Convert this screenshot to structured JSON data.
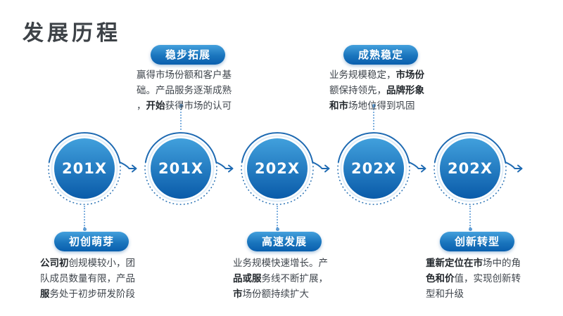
{
  "title": "发展历程",
  "colors": {
    "pill_gradient_top": "#44a0dc",
    "pill_gradient_bottom": "#0a5fae",
    "circle_gradient_top": "#41a0dc",
    "circle_gradient_bottom": "#0a5ba9",
    "ring_stroke": "#2e75b6",
    "arrow_stroke": "#1e6ab2",
    "connector_dot": "#7fb0df",
    "title_text": "#3d4247",
    "body_text": "#3f454c",
    "pill_text": "#ffffff"
  },
  "milestones": [
    {
      "year": "201X",
      "label": "初创萌芽",
      "position": "bottom",
      "desc": [
        {
          "text": "公司初",
          "bold": true
        },
        {
          "text": "创规模较小，团队成员数量有限，产品",
          "bold": false
        },
        {
          "text": "服",
          "bold": true
        },
        {
          "text": "务处于初步研发阶段",
          "bold": false
        }
      ]
    },
    {
      "year": "201X",
      "label": "稳步拓展",
      "position": "top",
      "desc": [
        {
          "text": "赢得市场份额和客户基础。产品服务逐渐成熟，",
          "bold": false
        },
        {
          "text": "开始",
          "bold": true
        },
        {
          "text": "获得市场的认可",
          "bold": false
        }
      ]
    },
    {
      "year": "202X",
      "label": "高速发展",
      "position": "bottom",
      "desc": [
        {
          "text": "业务规模快速增长。产",
          "bold": false
        },
        {
          "text": "品或服",
          "bold": true
        },
        {
          "text": "务线不断扩展，",
          "bold": false
        },
        {
          "text": "市",
          "bold": true
        },
        {
          "text": "场份额持续扩大",
          "bold": false
        }
      ]
    },
    {
      "year": "202X",
      "label": "成熟稳定",
      "position": "top",
      "desc": [
        {
          "text": "业务规模稳定，",
          "bold": false
        },
        {
          "text": "市场份",
          "bold": true
        },
        {
          "text": "额保持领先，",
          "bold": false
        },
        {
          "text": "品牌形象和市",
          "bold": true
        },
        {
          "text": "场地位得到巩固",
          "bold": false
        }
      ]
    },
    {
      "year": "202X",
      "label": "创新转型",
      "position": "bottom",
      "desc": [
        {
          "text": "重新定位在市",
          "bold": true
        },
        {
          "text": "场中的角",
          "bold": false
        },
        {
          "text": "色和价",
          "bold": true
        },
        {
          "text": "值，实现创新转型和升级",
          "bold": false
        }
      ]
    }
  ]
}
